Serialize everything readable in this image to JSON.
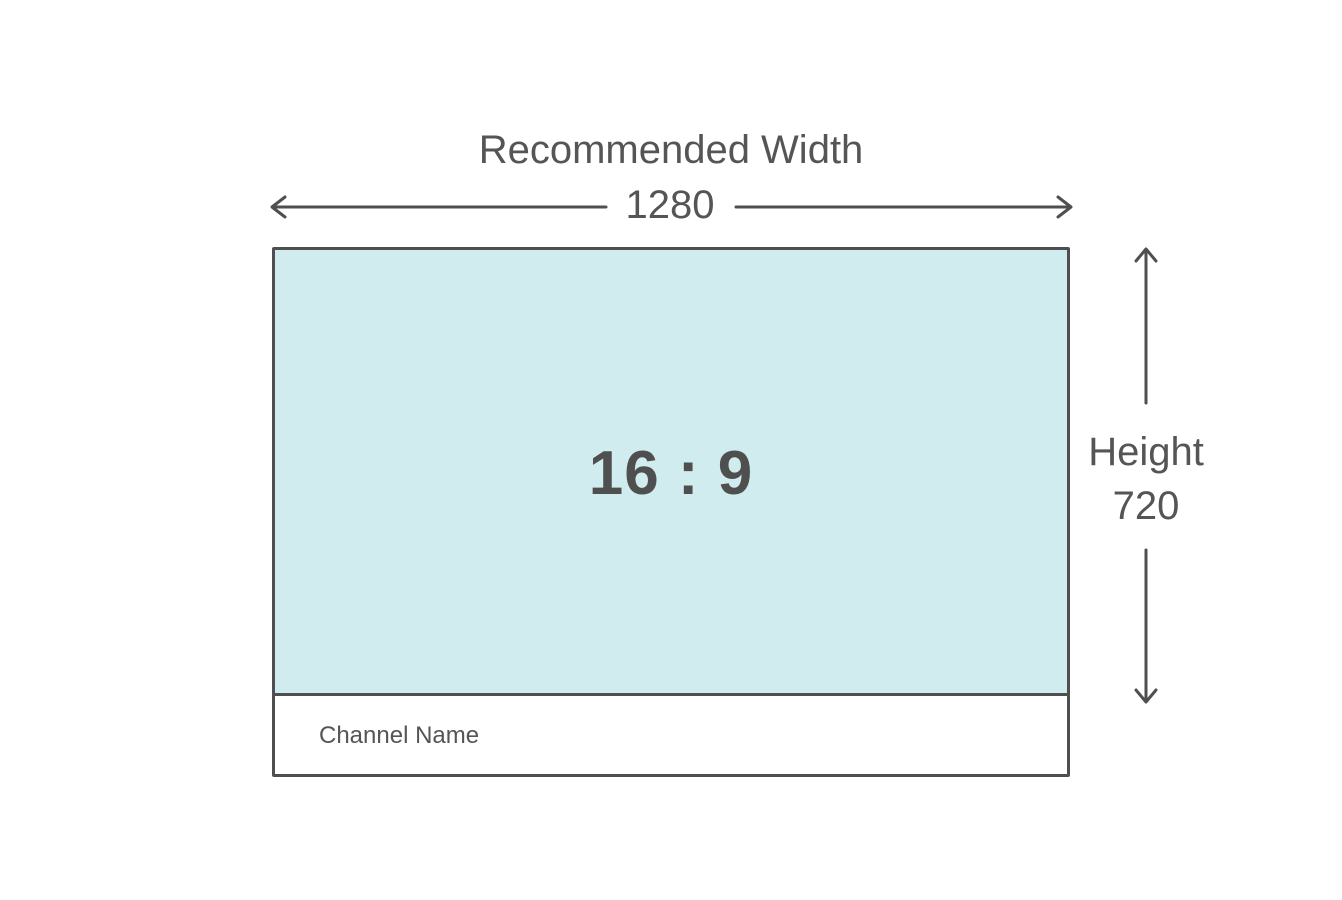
{
  "dimensions": {
    "width_title": "Recommended Width",
    "width_value": "1280",
    "height_title": "Height",
    "height_value": "720"
  },
  "preview": {
    "aspect_ratio": "16 : 9",
    "channel_name": "Channel Name",
    "video_area_color": "#d1ecee",
    "frame_color": "#4f4f4f"
  },
  "icons": {
    "width_arrow": "double-headed-horizontal-arrow",
    "height_arrow": "double-headed-vertical-arrow"
  }
}
